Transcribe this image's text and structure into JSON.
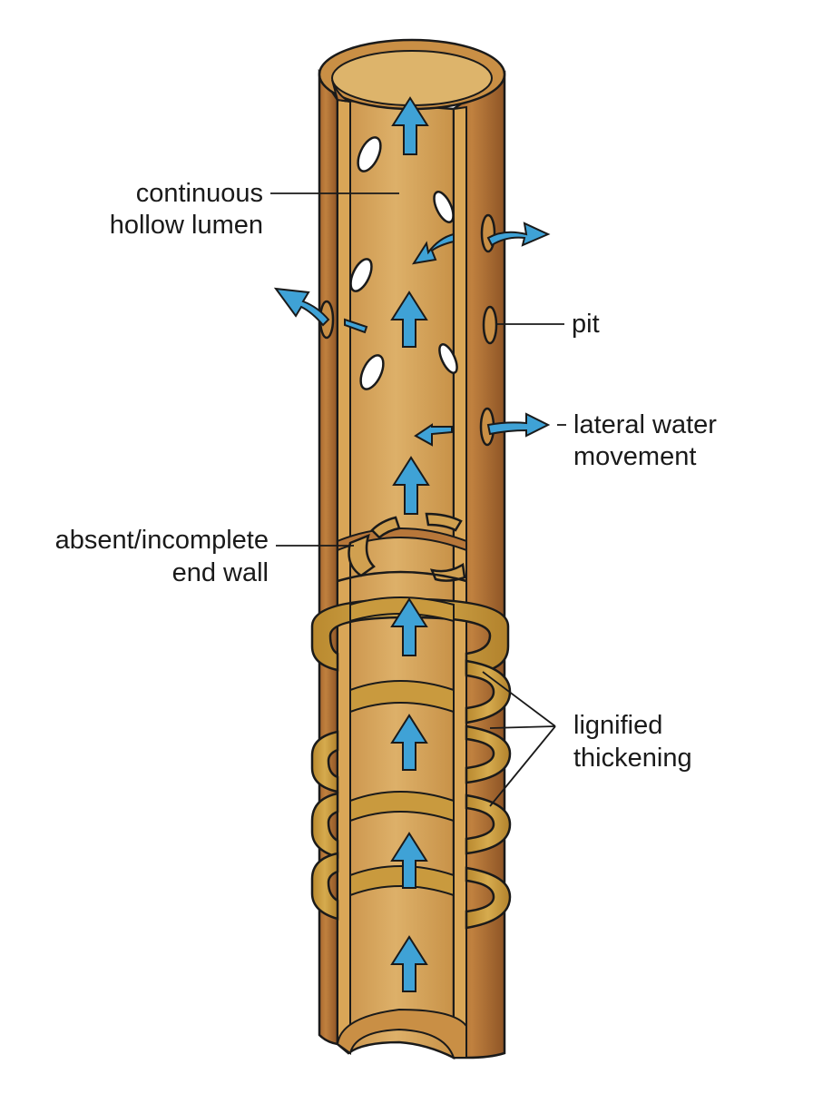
{
  "labels": {
    "lumen": [
      "continuous",
      "hollow lumen"
    ],
    "pit": "pit",
    "lateral": [
      "lateral water",
      "movement"
    ],
    "endwall": [
      "absent/incomplete",
      "end wall"
    ],
    "lignified": [
      "lignified",
      "thickening"
    ]
  },
  "colors": {
    "wall_outer": "#B7773A",
    "wall_shadow": "#9C5F2B",
    "wall_cut": "#D7A45C",
    "lumen": "#D6A95E",
    "lumen_shade": "#C9954A",
    "ring": "#C79A3C",
    "ring_top": "#D9B258",
    "arrow": "#3FA2D6",
    "outline": "#1a1a1a"
  },
  "icons": {
    "flow": "up-arrow-icon",
    "lateral": "curved-arrow-icon",
    "pit": "oval-pit-icon"
  }
}
